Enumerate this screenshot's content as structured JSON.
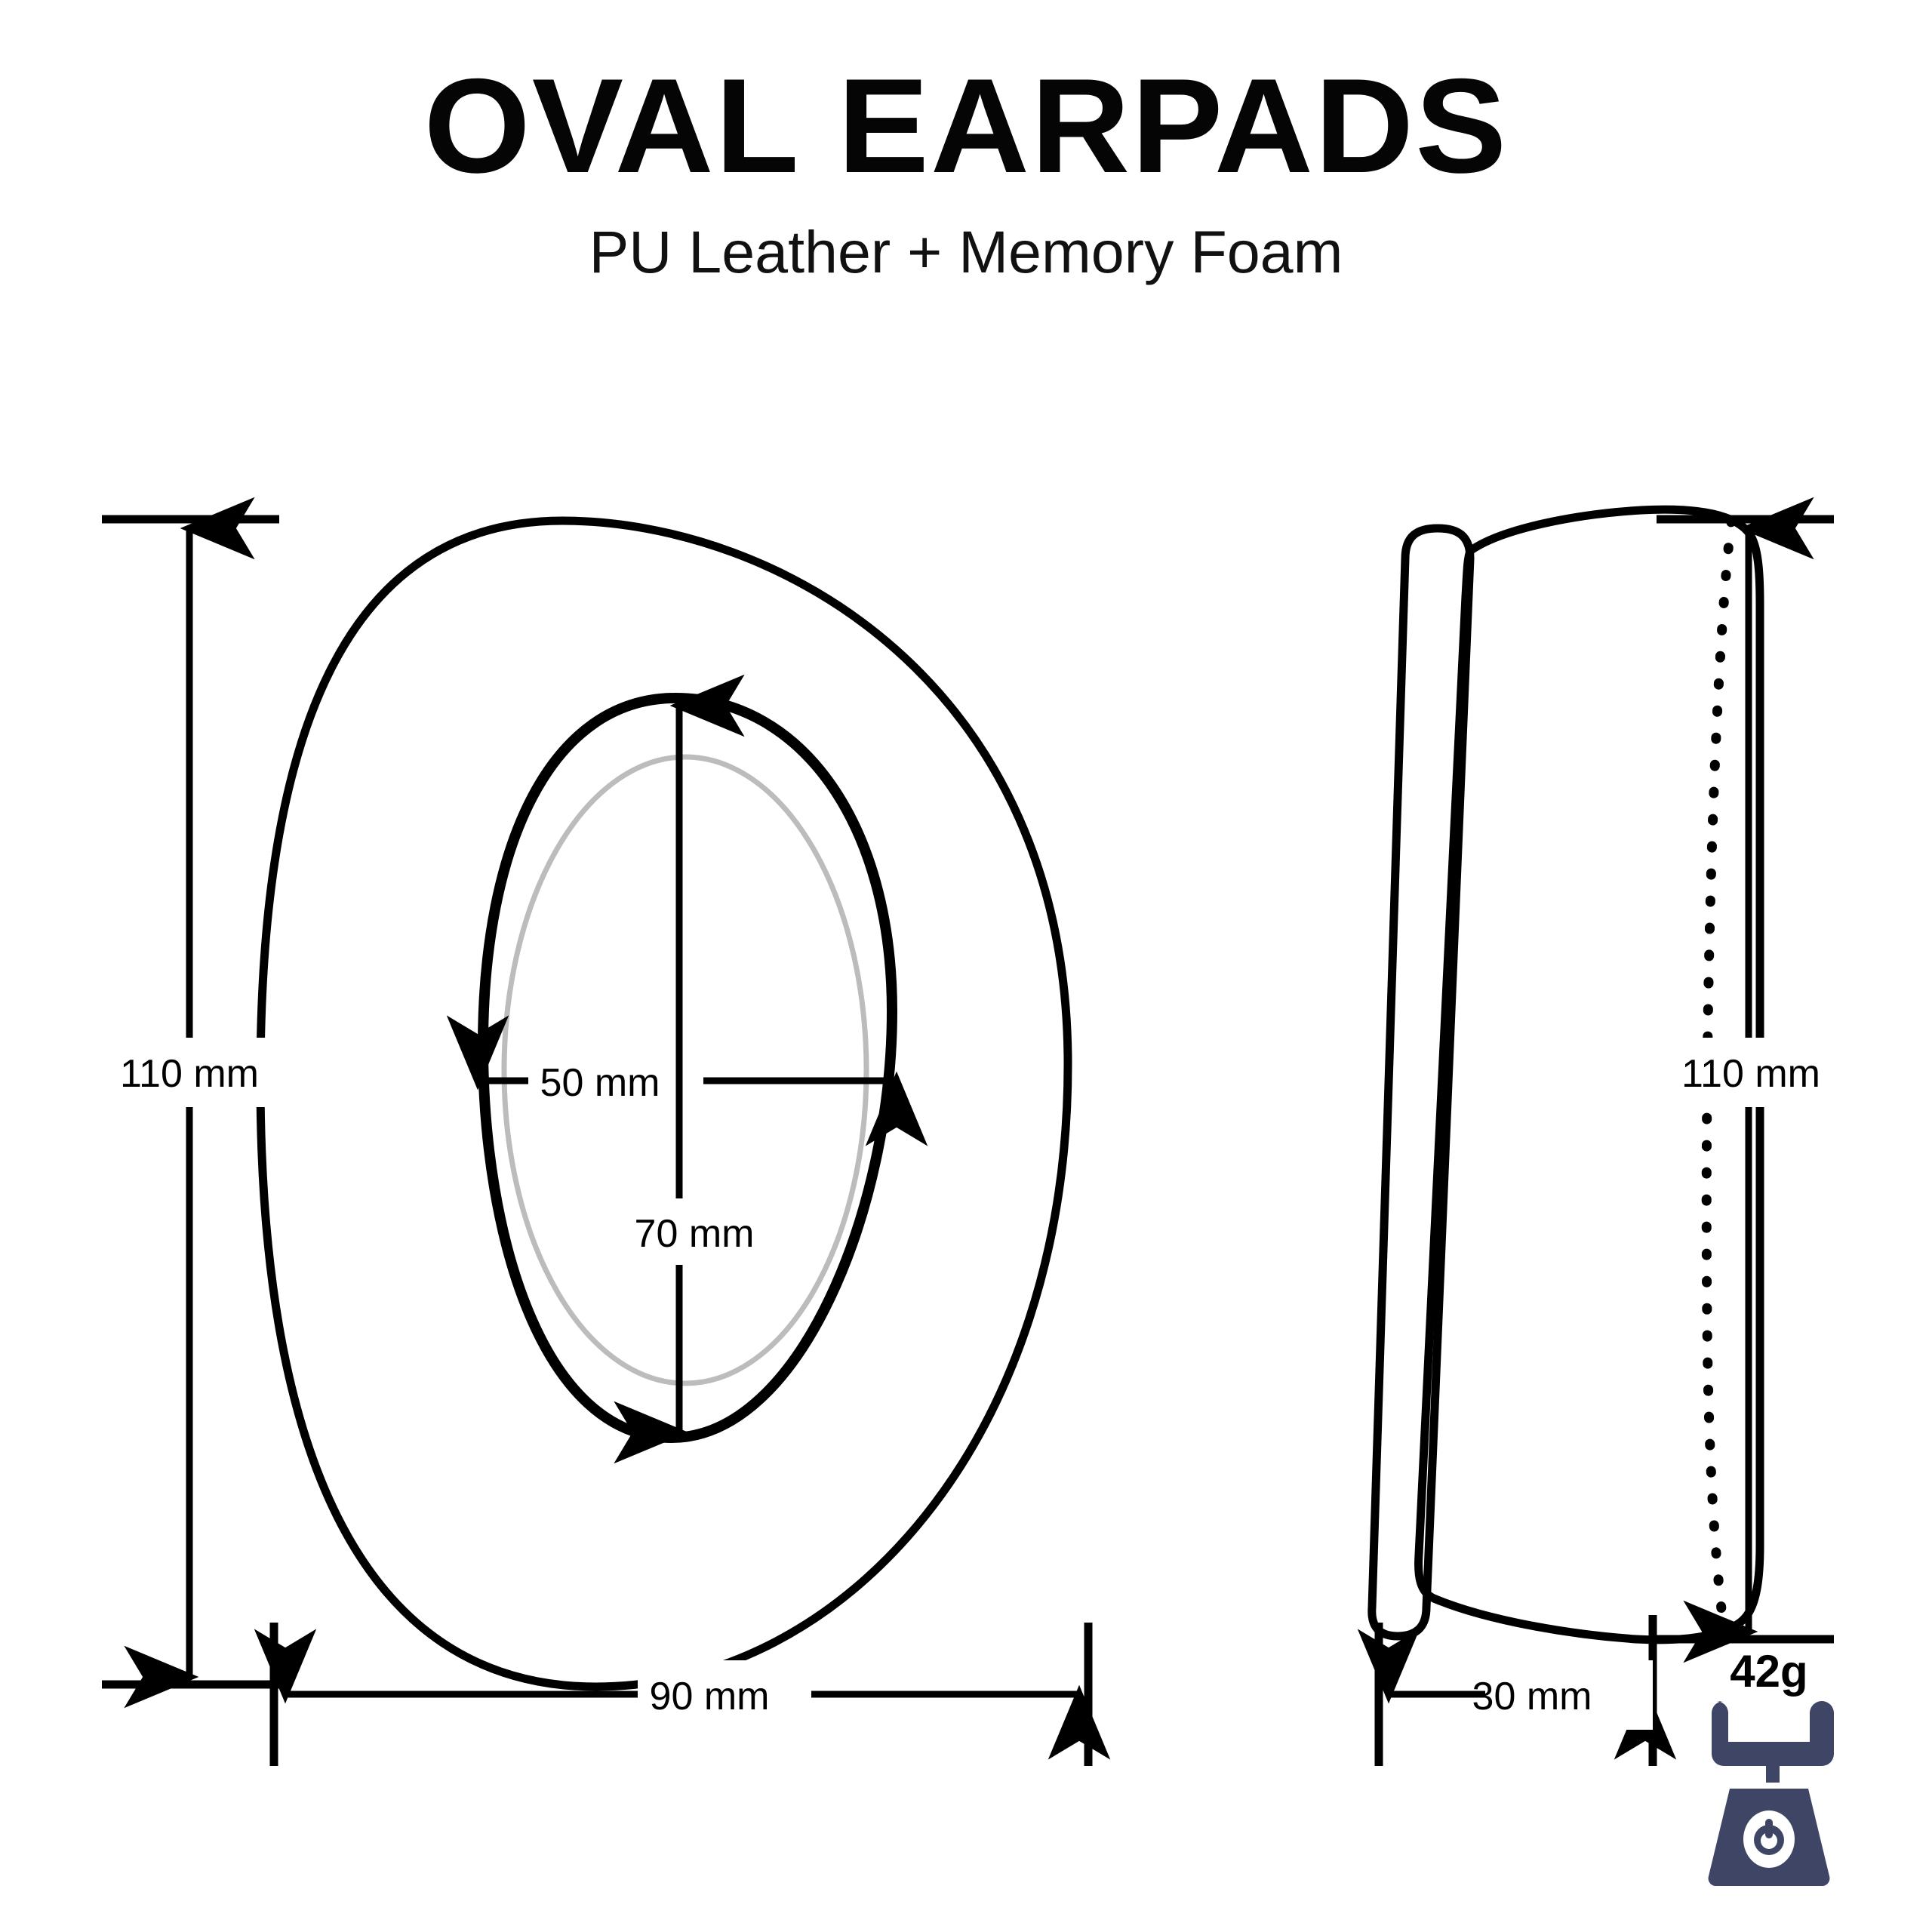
{
  "page": {
    "background": "#ffffff",
    "ink": "#000000",
    "gray_line": "#bcbcbc",
    "icon_color": "#3e4565"
  },
  "header": {
    "title": "OVAL EARPADS",
    "subtitle": "PU Leather + Memory Foam"
  },
  "views": {
    "front": {
      "name": "front-view",
      "label": "oval earpad front view"
    },
    "side": {
      "name": "side-view",
      "label": "oval earpad side profile view"
    }
  },
  "dimensions": {
    "front_height": "110 mm",
    "front_width": "90 mm",
    "opening_width": "50 mm",
    "opening_height": "70 mm",
    "side_height": "110 mm",
    "side_depth": "30 mm"
  },
  "weight": {
    "value": "42g",
    "icon": "kitchen-scale-icon"
  },
  "chart_data": {
    "type": "table",
    "title": "OVAL EARPADS",
    "subtitle": "PU Leather + Memory Foam",
    "categories": [
      "Front height",
      "Front width",
      "Opening height",
      "Opening width",
      "Depth",
      "Weight"
    ],
    "values": [
      110,
      90,
      70,
      50,
      30,
      42
    ],
    "units": [
      "mm",
      "mm",
      "mm",
      "mm",
      "mm",
      "g"
    ],
    "labels": [
      "110 mm",
      "90 mm",
      "70 mm",
      "50 mm",
      "30 mm",
      "42g"
    ]
  }
}
